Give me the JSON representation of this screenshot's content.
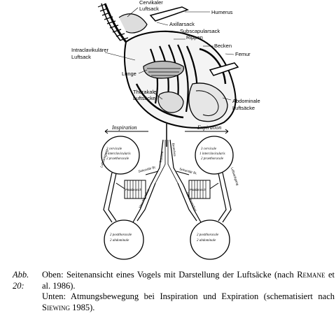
{
  "figure": {
    "top_labels": {
      "cervikaler_1": "Cervikaler",
      "cervikaler_2": "Luftsack",
      "humerus": "Humerus",
      "axillarsack": "Axillarsack",
      "subscapularsack": "Subscapularsack",
      "rippen": "Rippen",
      "becken": "Becken",
      "femur": "Femur",
      "intraclav_1": "Intraclavikulärer",
      "intraclav_2": "Luftsack",
      "lunge": "Lunge",
      "thorakale_1": "Thorakale",
      "thorakale_2": "Luftsäcke",
      "abdominale_1": "Abdominale",
      "abdominale_2": "Luftsäcke"
    },
    "bottom_labels": {
      "inspiration": "Inspiration",
      "expiration": "Expiration",
      "left_sac_1": "3 cervicale",
      "left_sac_2": "1 interclavicularis",
      "left_sac_3": "2 praethoracale",
      "left_sac_low_1": "2 postthoracale",
      "left_sac_low_2": "2 abdominale",
      "right_sac_1": "3 cervicale",
      "right_sac_2": "1 interclavicularis",
      "right_sac_3": "2 praethoracale",
      "right_sac_low_1": "2 postthoracale",
      "right_sac_low_2": "2 abdominale",
      "parabronch_l": "Parabronch",
      "parabronch_r": "Parabronch",
      "sekundaer_l": "Sekundär Br.",
      "sekundaer_r": "Sekundär Br.",
      "mesobr_l": "Mesobronchus",
      "mesobr_r": "Mesobronchus",
      "trachea": "Trachea",
      "bronchus": "Bronchus",
      "luftsack_l": "Luftsackgang",
      "luftsack_r": "Luftsackgang"
    }
  },
  "caption": {
    "label": "Abb. 20:",
    "line1_pre": "Oben: Seitenansicht eines Vogels mit Darstellung der Luftsäcke (nach ",
    "line1_author": "Rema",
    "line1_author2": "ne",
    "line1_post": " et al. 1986).",
    "line2_pre": "Unten: Atmungsbewegung bei Inspiration und Expiration (schematisiert nach ",
    "line2_author": "Siewing",
    "line2_post": " 1985)."
  }
}
